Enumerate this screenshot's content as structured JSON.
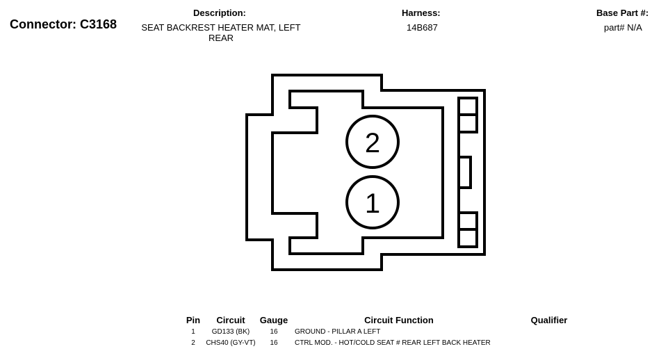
{
  "header": {
    "connector": "Connector: C3168",
    "description_label": "Description:",
    "description": "SEAT BACKREST HEATER MAT, LEFT REAR",
    "harness_label": "Harness:",
    "harness": "14B687",
    "base_part_label": "Base Part #:",
    "base_part": "part# N/A"
  },
  "diagram": {
    "pins": [
      "2",
      "1"
    ]
  },
  "table": {
    "columns": [
      "Pin",
      "Circuit",
      "Gauge",
      "Circuit Function",
      "Qualifier"
    ],
    "rows": [
      {
        "pin": "1",
        "circuit": "GD133 (BK)",
        "gauge": "16",
        "function": "GROUND - PILLAR A LEFT",
        "qualifier": ""
      },
      {
        "pin": "2",
        "circuit": "CHS40 (GY-VT)",
        "gauge": "16",
        "function": "CTRL MOD. - HOT/COLD SEAT # REAR LEFT BACK HEATER",
        "qualifier": ""
      }
    ]
  }
}
